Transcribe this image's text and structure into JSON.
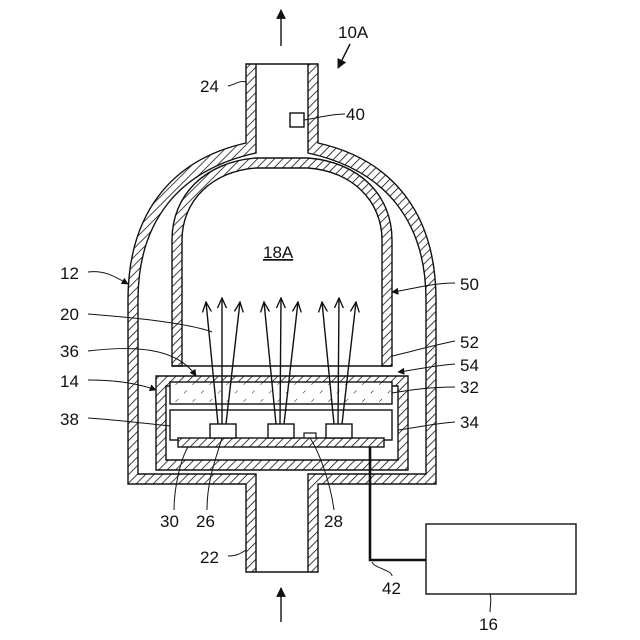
{
  "figure": {
    "labels": {
      "ref_10a": "10A",
      "ref_24": "24",
      "ref_40": "40",
      "ref_18a": "18A",
      "ref_12": "12",
      "ref_50": "50",
      "ref_20": "20",
      "ref_52": "52",
      "ref_36": "36",
      "ref_54": "54",
      "ref_14": "14",
      "ref_32": "32",
      "ref_38": "38",
      "ref_34": "34",
      "ref_30": "30",
      "ref_26": "26",
      "ref_28": "28",
      "ref_22": "22",
      "ref_42": "42",
      "ref_16": "16"
    }
  }
}
